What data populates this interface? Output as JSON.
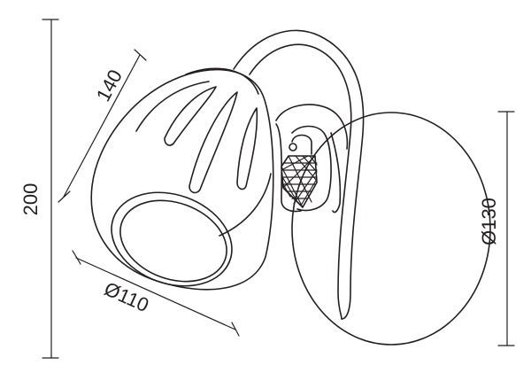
{
  "dimensions": {
    "height_label": "200",
    "length_label": "140",
    "shade_diameter_label": "Ø110",
    "base_diameter_label": "Ø130"
  },
  "colors": {
    "line": "#231f20",
    "background": "#ffffff"
  }
}
